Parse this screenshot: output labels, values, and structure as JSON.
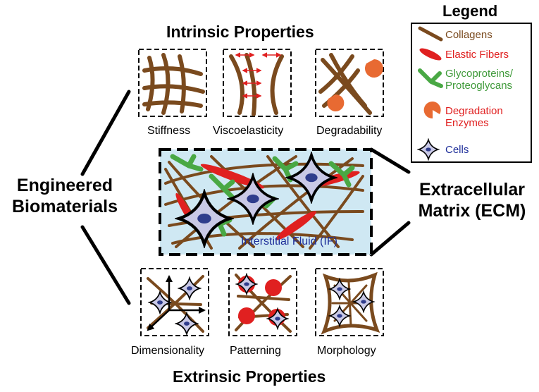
{
  "title_intrinsic": "Intrinsic Properties",
  "title_extrinsic": "Extrinsic Properties",
  "left_label": [
    "Engineered",
    "Biomaterials"
  ],
  "right_label": [
    "Extracellular",
    "Matrix (ECM)"
  ],
  "center_label": "Interstitial Fluid (IF)",
  "intrinsic_items": [
    "Stiffness",
    "Viscoelasticity",
    "Degradability"
  ],
  "extrinsic_items": [
    "Dimensionality",
    "Patterning",
    "Morphology"
  ],
  "legend": {
    "title": "Legend",
    "items": [
      {
        "icon": "collagen-icon",
        "lines": [
          "Collagens"
        ],
        "color": "#7a4a1e"
      },
      {
        "icon": "elastic-fiber-icon",
        "lines": [
          "Elastic Fibers"
        ],
        "color": "#e02020"
      },
      {
        "icon": "glycoprotein-icon",
        "lines": [
          "Glycoproteins/",
          "Proteoglycans"
        ],
        "color": "#3f9a3a"
      },
      {
        "icon": "enzyme-icon",
        "lines": [
          "Degradation",
          "Enzymes"
        ],
        "color": "#e02020"
      },
      {
        "icon": "cell-icon",
        "lines": [
          "Cells"
        ],
        "color": "#1f2f9a"
      }
    ]
  },
  "colors": {
    "collagen": "#7a4a1e",
    "elastic": "#e02020",
    "glyco": "#49a844",
    "enzyme": "#e86a32",
    "cell_fill": "#c9c9e6",
    "nucleus": "#2f3c8c",
    "fluid": "#cfe8f3"
  }
}
